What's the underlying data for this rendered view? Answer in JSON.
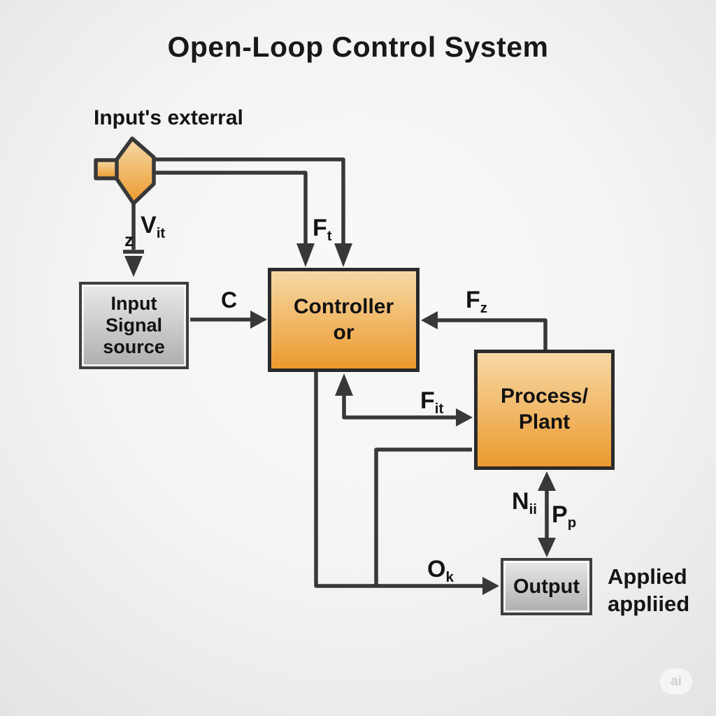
{
  "title": "Open-Loop Control System",
  "diagram": {
    "input_external_label": "Input's exterral",
    "blocks": {
      "input_signal": {
        "lines": [
          "Input",
          "Signal",
          "source"
        ]
      },
      "controller": {
        "lines": [
          "Controller",
          "or"
        ]
      },
      "process": {
        "lines": [
          "Process/",
          "Plant"
        ]
      },
      "output": {
        "label": "Output"
      }
    },
    "signals": {
      "v": {
        "prefix": "z",
        "main": "V",
        "sub": "it"
      },
      "f_t": {
        "main": "F",
        "sub": "t"
      },
      "c": {
        "main": "C",
        "sub": ""
      },
      "f_z": {
        "main": "F",
        "sub": "z"
      },
      "f_it": {
        "main": "F",
        "sub": "it"
      },
      "n": {
        "main": "N",
        "sub": "ii"
      },
      "p": {
        "main": "P",
        "sub": "p"
      },
      "o": {
        "main": "O",
        "sub": "k"
      }
    },
    "output_caption_lines": [
      "Applied",
      "appliied"
    ]
  },
  "watermark": "ai",
  "colors": {
    "line": "#383838",
    "border": "#2b2b2b",
    "orange_top": "#f6d9a6",
    "orange_bottom": "#ec9a2e",
    "gray_top": "#e9e9e9",
    "gray_bottom": "#aeaeae"
  }
}
